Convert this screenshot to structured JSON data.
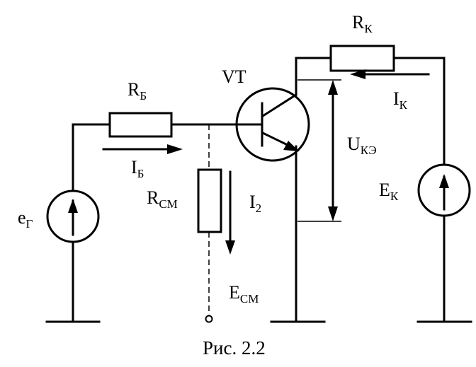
{
  "labels": {
    "r_k": {
      "main": "R",
      "sub": "К"
    },
    "i_k": {
      "main": "I",
      "sub": "К"
    },
    "vt": {
      "main": "VT"
    },
    "r_b": {
      "main": "R",
      "sub": "Б"
    },
    "i_b": {
      "main": "I",
      "sub": "Б"
    },
    "u_ke": {
      "main": "U",
      "sub": "КЭ"
    },
    "r_sm": {
      "main": "R",
      "sub": "СМ"
    },
    "i_2": {
      "main": "I",
      "sub": "2"
    },
    "e_k": {
      "main": "E",
      "sub": "К"
    },
    "e_g": {
      "main": "e",
      "sub": "Г"
    },
    "e_sm": {
      "main": "E",
      "sub": "СМ"
    }
  },
  "caption": "Рис. 2.2"
}
